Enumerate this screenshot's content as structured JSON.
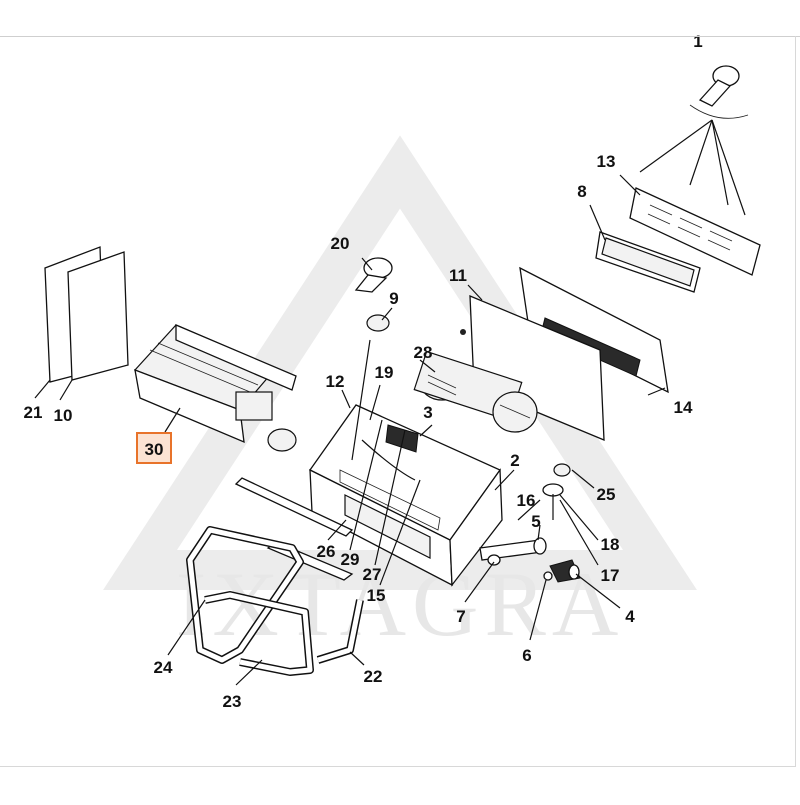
{
  "diagram": {
    "watermark": "IXTAGRA",
    "highlight_color": "#e8732a",
    "highlight_fill": "#fbe3d3",
    "callouts": [
      {
        "id": "c1",
        "label": "1"
      },
      {
        "id": "c2",
        "label": "2"
      },
      {
        "id": "c3",
        "label": "3"
      },
      {
        "id": "c4",
        "label": "4"
      },
      {
        "id": "c5",
        "label": "5"
      },
      {
        "id": "c6",
        "label": "6"
      },
      {
        "id": "c7",
        "label": "7"
      },
      {
        "id": "c8",
        "label": "8"
      },
      {
        "id": "c9",
        "label": "9"
      },
      {
        "id": "c10",
        "label": "10"
      },
      {
        "id": "c11",
        "label": "11"
      },
      {
        "id": "c12",
        "label": "12"
      },
      {
        "id": "c13",
        "label": "13"
      },
      {
        "id": "c14",
        "label": "14"
      },
      {
        "id": "c15",
        "label": "15"
      },
      {
        "id": "c16",
        "label": "16"
      },
      {
        "id": "c17",
        "label": "17"
      },
      {
        "id": "c18",
        "label": "18"
      },
      {
        "id": "c19",
        "label": "19"
      },
      {
        "id": "c20",
        "label": "20"
      },
      {
        "id": "c21",
        "label": "21"
      },
      {
        "id": "c22",
        "label": "22"
      },
      {
        "id": "c23",
        "label": "23"
      },
      {
        "id": "c24",
        "label": "24"
      },
      {
        "id": "c25",
        "label": "25"
      },
      {
        "id": "c26",
        "label": "26"
      },
      {
        "id": "c27",
        "label": "27"
      },
      {
        "id": "c28",
        "label": "28"
      },
      {
        "id": "c29",
        "label": "29"
      },
      {
        "id": "c30",
        "label": "30",
        "highlighted": true
      }
    ]
  }
}
